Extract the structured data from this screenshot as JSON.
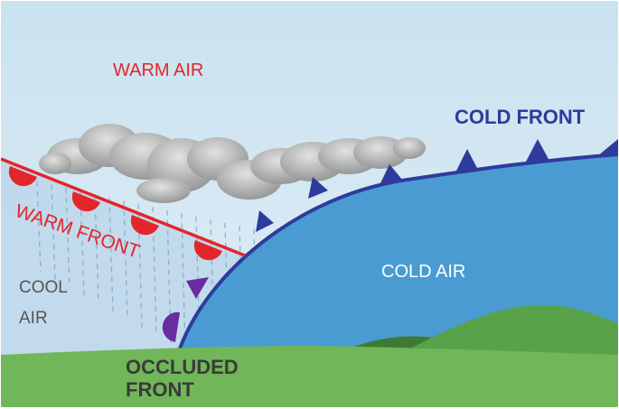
{
  "labels": {
    "warm_air": "WARM AIR",
    "warm_front": "WARM FRONT",
    "cold_front": "COLD FRONT",
    "cold_air": "COLD AIR",
    "cool_air_line1": "COOL",
    "cool_air_line2": "AIR",
    "occluded_line1": "OCCLUDED",
    "occluded_line2": "FRONT"
  },
  "colors": {
    "sky_top": "#c9e2f0",
    "sky_bottom": "#e2eef6",
    "warm_front_red": "#e3262b",
    "cold_front_navy": "#2e3b9d",
    "occluded_purple": "#6a2c9e",
    "cold_air_blue": "#4a9bd2",
    "cool_air_tint": "#b9d4ea",
    "ground_green": "#72b65a",
    "hill_dark_green": "#3f7a35",
    "hill_green": "#58a24a",
    "cloud_gray": "#a9a9a9",
    "label_white": "#ffffff",
    "label_gray": "#555555",
    "label_dark": "#3a3a3a"
  }
}
